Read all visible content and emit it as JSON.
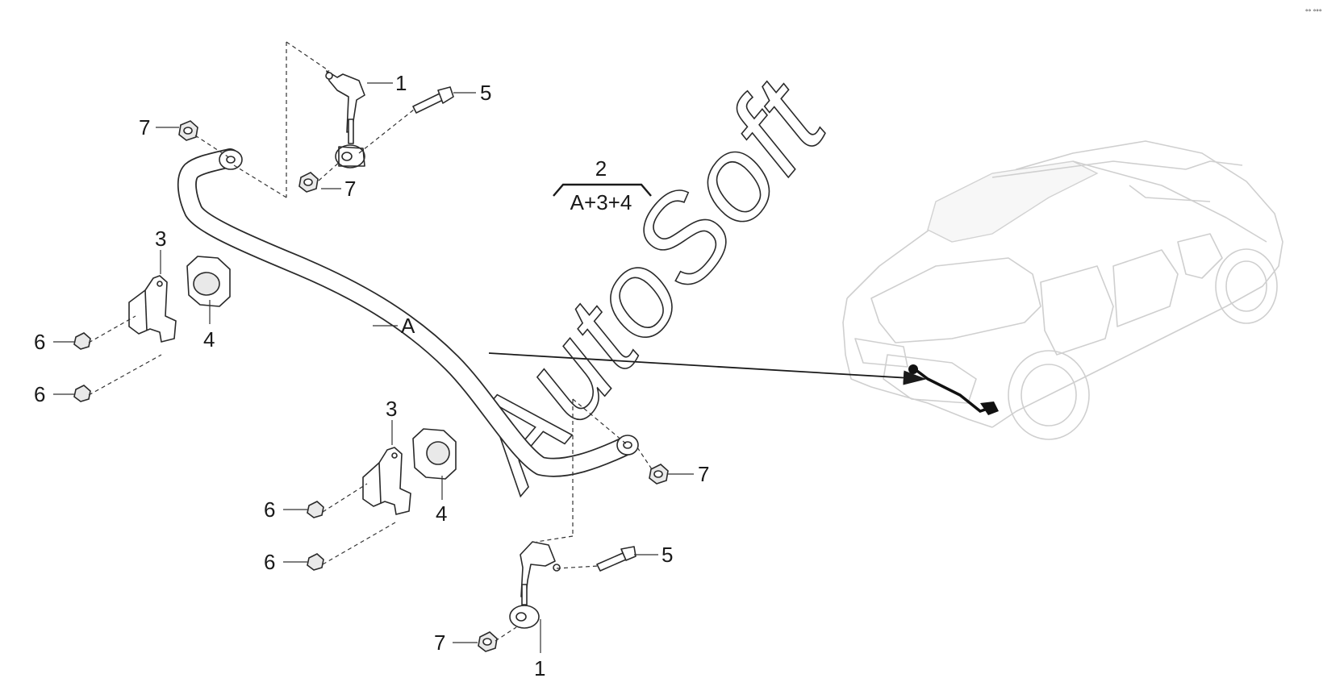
{
  "diagram": {
    "watermark": "AutoSoft",
    "corner_mark": "°° °°°",
    "kit": {
      "number": "2",
      "contents": "A+3+4"
    },
    "callouts": {
      "link_upper": "1",
      "link_lower": "1",
      "bolt_upper": "5",
      "bolt_lower": "5",
      "nut_bar_upper": "7",
      "nut_link_upper": "7",
      "nut_bar_lower": "7",
      "nut_link_lower": "7",
      "clamp_left": "3",
      "clamp_right": "3",
      "bushing_left": "4",
      "bushing_right": "4",
      "clamp_nut_left_a": "6",
      "clamp_nut_left_b": "6",
      "clamp_nut_right_a": "6",
      "clamp_nut_right_b": "6",
      "stabilizer_bar": "A"
    }
  }
}
